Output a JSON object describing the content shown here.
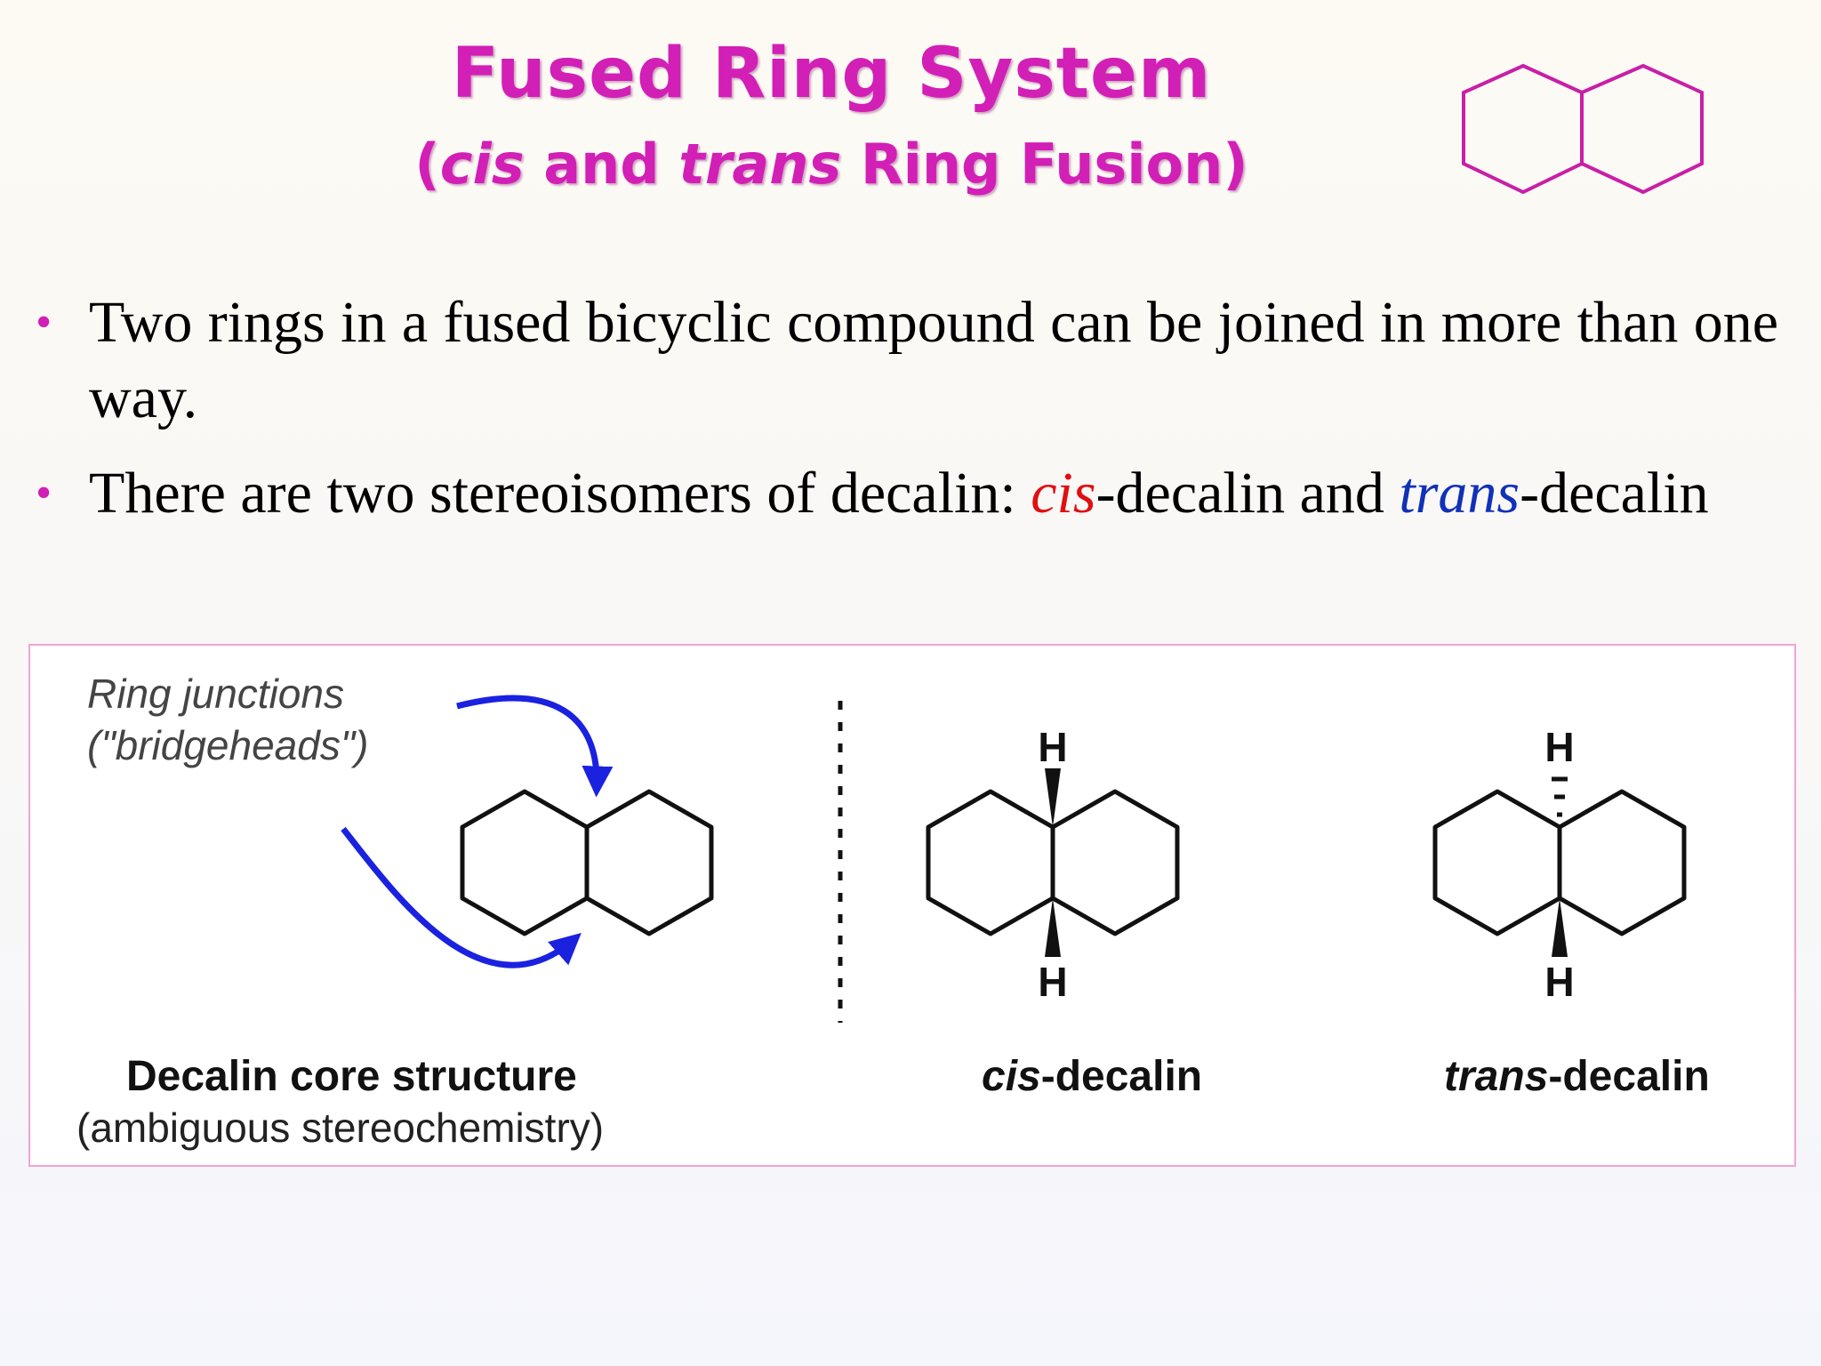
{
  "slide": {
    "title": "Fused Ring System",
    "subtitle": {
      "open": "(",
      "cis": "cis",
      "and": " and ",
      "trans": "trans",
      "rest": " Ring Fusion)"
    }
  },
  "bullets": {
    "b1": "Two rings in a fused bicyclic compound can be joined in more than one way.",
    "b2_prefix": "There are two stereoisomers of decalin: ",
    "b2_cis": "cis",
    "b2_mid": "-decalin and ",
    "b2_trans": "trans",
    "b2_suffix": "-decalin"
  },
  "figure": {
    "callout_line1": "Ring junctions",
    "callout_line2": "(\"bridgeheads\")",
    "core_caption": "Decalin core structure",
    "core_subcaption": "(ambiguous stereochemistry)",
    "cis_italic": "cis",
    "cis_rest": "-decalin",
    "trans_italic": "trans",
    "trans_rest": "-decalin",
    "h": "H"
  },
  "colors": {
    "accent": "#d21fb6",
    "cis": "#e01010",
    "trans": "#1131b8",
    "arrow": "#1a22e0",
    "frame": "#f3a3d6"
  },
  "icons": [
    "naphthalene-logo-icon",
    "bullet-icon",
    "curved-arrow-icon"
  ]
}
